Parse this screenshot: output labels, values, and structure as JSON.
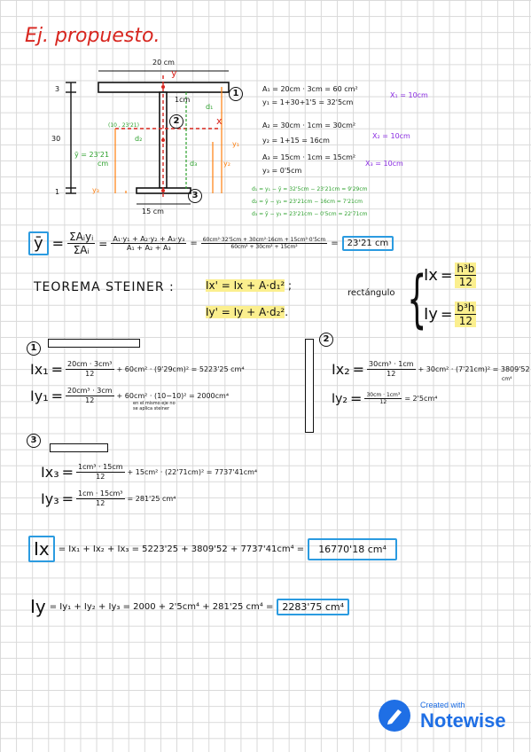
{
  "title": "Ej. propuesto.",
  "figure": {
    "top_width": "20 cm",
    "y_axis": "y",
    "h_top": "3",
    "h_web": "30",
    "h_bot": "1",
    "web_dim": "1cm",
    "flange_bottom": "15 cm",
    "ybar_label": "ȳ = 23'21 cm",
    "ybar_short": "ȳ",
    "ybar_val": "23'21",
    "ybar_unit": "cm",
    "point": "(10 , 23'21)",
    "x_label": "x",
    "d1": "d₁",
    "d2": "d₂",
    "d3": "d₃",
    "y1": "y₁",
    "y2": "y₂",
    "y3": "y₃",
    "p1": "1",
    "p2": "2",
    "p3": "3"
  },
  "areas": {
    "a1": "A₁ = 20cm · 3cm = 60 cm²",
    "y1": "y₁ = 1+30+1'5 = 32'5cm",
    "x1": "X₁ = 10cm",
    "a2": "A₂ = 30cm · 1cm = 30cm²",
    "y2": "y₂ = 1+15 = 16cm",
    "x2": "X₂ = 10cm",
    "a3": "A₃ = 15cm · 1cm = 15cm²",
    "y3": "y₃ = 0'5cm",
    "x3": "X₃ = 10cm"
  },
  "distances": {
    "d1": "d₁ = y₁ − ȳ = 32'5cm − 23'21cm = 9'29cm",
    "d2": "d₂ = ȳ − y₂ = 23'21cm − 16cm = 7'21cm",
    "d3": "d₃ = ȳ − y₃ = 23'21cm − 0'5cm = 22'71cm"
  },
  "centroid": {
    "lhs": "ȳ",
    "sum_num": "ΣAᵢyᵢ",
    "sum_den": "ΣAᵢ",
    "mid_num": "A₁·y₁ + A₂·y₂ + A₃·y₃",
    "mid_den": "A₁ + A₂ + A₃",
    "num": "60cm²·32'5cm + 30cm²·16cm + 15cm²·0'5cm",
    "den": "60cm² + 30cm² + 15cm²",
    "result": "23'21 cm"
  },
  "steiner": {
    "title": "TEOREMA STEINER :",
    "ix": "Ix' = Ix + A·d₁²",
    "ix_end": ";",
    "iy": "Iy' = Iy + A·d₂²",
    "iy_end": ".",
    "rect_label": "rectángulo",
    "rx_lhs": "Ix",
    "rx_num": "h³b",
    "rx_den": "12",
    "ry_lhs": "Iy",
    "ry_num": "b³h",
    "ry_den": "12"
  },
  "sec1": {
    "n": "1",
    "ix_lhs": "Ix₁",
    "ix_num": "20cm · 3cm³",
    "ix_den": "12",
    "ix_rest": "+ 60cm² · (9'29cm)² = 5223'25 cm⁴",
    "iy_lhs": "Iy₁",
    "iy_num": "20cm³ · 3cm",
    "iy_den": "12",
    "iy_rest": "+ 60cm² · (10−10)² = 2000cm⁴",
    "note1": "en el mismo eje no",
    "note2": "se aplica steiner"
  },
  "sec2": {
    "n": "2",
    "ix_lhs": "Ix₂",
    "ix_num": "30cm³ · 1cm",
    "ix_den": "12",
    "ix_rest": "+ 30cm² · (7'21cm)² = 3809'52",
    "ix_unit": "cm⁴",
    "iy_lhs": "Iy₂",
    "iy_num": "30cm · 1cm³",
    "iy_den": "12",
    "iy_rest": "= 2'5cm⁴"
  },
  "sec3": {
    "n": "3",
    "ix_lhs": "Ix₃",
    "ix_num": "1cm³ · 15cm",
    "ix_den": "12",
    "ix_rest": "+ 15cm² · (22'71cm)² = 7737'41cm⁴",
    "iy_lhs": "Iy₃",
    "iy_num": "1cm · 15cm³",
    "iy_den": "12",
    "iy_rest": "= 281'25 cm⁴"
  },
  "totals": {
    "ix_lhs": "Ix",
    "ix_eq": "= Ix₁ + Ix₂ + Ix₃ = 5223'25 + 3809'52 + 7737'41cm⁴ =",
    "ix_result": "16770'18 cm⁴",
    "iy_lhs": "Iy",
    "iy_eq": "= Iy₁ + Iy₂ + Iy₃ = 2000 + 2'5cm⁴ + 281'25 cm⁴ =",
    "iy_result": "2283'75 cm⁴"
  },
  "watermark": {
    "line1": "Created with",
    "line2": "Notewise"
  },
  "colors": {
    "red": "#d8261f",
    "blue": "#2b9be0",
    "purple": "#8a2be2",
    "green": "#2ca02c",
    "orange": "#ff7f0e",
    "highlight": "#fbef8e"
  }
}
